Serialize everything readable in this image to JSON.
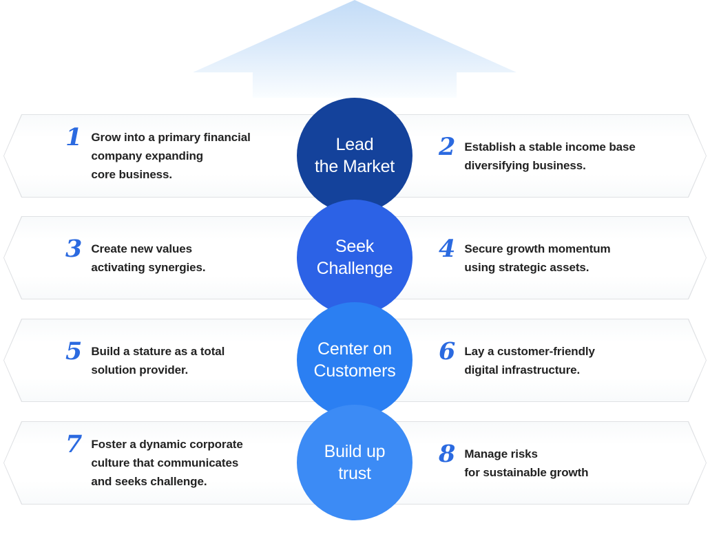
{
  "arrow": {
    "gradient_top": "#c3dcf7",
    "gradient_bottom": "#fafdff"
  },
  "accent": {
    "number_color": "#2b6ae0",
    "band_border": "#dfe1e4"
  },
  "rows": [
    {
      "circle": {
        "text": "Lead\nthe Market",
        "color": "#14429b"
      },
      "left": {
        "num": "1",
        "text": "Grow into a primary financial\ncompany expanding\ncore business."
      },
      "right": {
        "num": "2",
        "text": "Establish a stable income base\ndiversifying business."
      }
    },
    {
      "circle": {
        "text": "Seek\nChallenge",
        "color": "#2c62e6"
      },
      "left": {
        "num": "3",
        "text": "Create new values\nactivating synergies."
      },
      "right": {
        "num": "4",
        "text": "Secure growth momentum\nusing strategic assets."
      }
    },
    {
      "circle": {
        "text": "Center on\nCustomers",
        "color": "#2b7ff2"
      },
      "left": {
        "num": "5",
        "text": "Build a stature as a total\nsolution provider."
      },
      "right": {
        "num": "6",
        "text": "Lay a customer-friendly\ndigital infrastructure."
      }
    },
    {
      "circle": {
        "text": "Build up\ntrust",
        "color": "#3c8bf5"
      },
      "left": {
        "num": "7",
        "text": "Foster a dynamic corporate\nculture that communicates\nand seeks challenge."
      },
      "right": {
        "num": "8",
        "text": "Manage risks\nfor sustainable growth"
      }
    }
  ]
}
